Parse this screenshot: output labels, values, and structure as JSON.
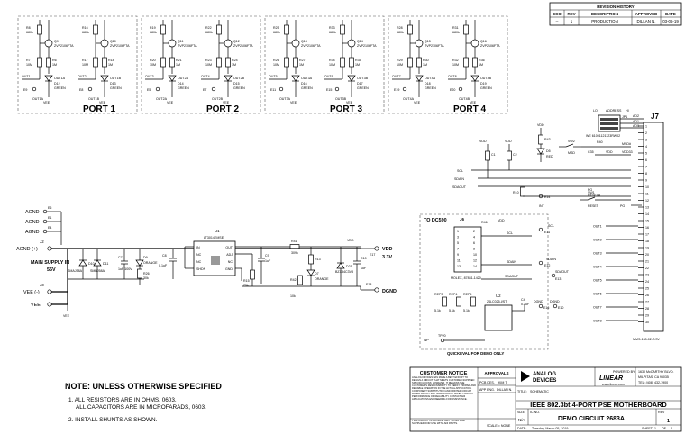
{
  "revision": {
    "title": "REVISION HISTORY",
    "headers": [
      "ECO",
      "REV",
      "DESCRIPTION",
      "APPROVED",
      "DATE"
    ],
    "row": [
      "--",
      "1",
      "PRODUCTION",
      "DILLAN N.",
      "03-06-19"
    ]
  },
  "ports": [
    {
      "label": "PORT 1",
      "res": [
        "R8",
        "R7",
        "R6",
        "R16",
        "R17",
        "R18"
      ],
      "fets": [
        "Q9",
        "Q10"
      ],
      "leds": [
        "D12",
        "D13"
      ],
      "outs": [
        "OUT1A",
        "OUT1B"
      ],
      "terms": [
        "E9",
        "E8"
      ],
      "sig": [
        "OUT1",
        "OUT2"
      ]
    },
    {
      "label": "PORT 2",
      "res": [
        "R19",
        "R20",
        "R21",
        "R22",
        "R23",
        "R24"
      ],
      "fets": [
        "Q11",
        "Q12"
      ],
      "leds": [
        "D14",
        "D15"
      ],
      "outs": [
        "OUT2A",
        "OUT2B"
      ],
      "terms": [
        "E5",
        "E7"
      ],
      "sig": [
        "OUT3",
        "OUT4"
      ]
    },
    {
      "label": "PORT 3",
      "res": [
        "R25",
        "R26",
        "R27",
        "R33",
        "R34",
        "R35"
      ],
      "fets": [
        "Q13",
        "Q14"
      ],
      "leds": [
        "D16",
        "D17"
      ],
      "outs": [
        "OUT3A",
        "OUT3B"
      ],
      "terms": [
        "E11",
        "E15"
      ],
      "sig": [
        "OUT5",
        "OUT6"
      ]
    },
    {
      "label": "PORT 4",
      "res": [
        "R28",
        "R29",
        "R30",
        "R31",
        "R32",
        "R36"
      ],
      "fets": [
        "Q15",
        "Q16"
      ],
      "leds": [
        "D18",
        "D19"
      ],
      "outs": [
        "OUT4A",
        "OUT4B"
      ],
      "terms": [
        "E19",
        "E20"
      ],
      "sig": [
        "OUT7",
        "OUT8"
      ]
    }
  ],
  "port_parts": {
    "fet": "ZVP2106FTA",
    "led": "GREEN",
    "vee": "VEE",
    "r1": "680k",
    "r2": "10M",
    "r3": "1M",
    "pct": "1%"
  },
  "agnd": {
    "labels": [
      "AGND",
      "AGND",
      "AGND"
    ],
    "terms": [
      "E6",
      "E1",
      "E4"
    ]
  },
  "supply": {
    "j2": "J2",
    "j2_label": "AGND (+)",
    "note1": "MAIN SUPPLY IN",
    "note2": "56V",
    "j3": "J3",
    "j3_label": "VEE (-)",
    "vee": "VEE"
  },
  "diodes": {
    "d10": "D10",
    "d10_part": "SMAJ58A",
    "d11": "D11",
    "d11_part": "SMBJ58A",
    "d9": "D9",
    "d9_part": "ORANGE",
    "c7": "C7",
    "c7_val": "1uF 100V",
    "r26": "R26",
    "r26_val": "30k"
  },
  "u1": {
    "ref": "U1",
    "part": "LT3014EMSE",
    "pins_left": [
      "IN",
      "NC",
      "NC",
      "SHDN"
    ],
    "pins_right": [
      "OUT",
      "ADJ",
      "NC",
      "GND"
    ]
  },
  "reg_parts": {
    "c8": "C8",
    "c8_val": "0.1uF",
    "r41": "R41",
    "r41_val": "309k",
    "r13": "R13",
    "c9": "C9",
    "c9_val": "1uF",
    "r15": "R15",
    "r15_val": "75k",
    "r42": "R42",
    "r42_val": "10k",
    "d7": "D7",
    "d7_part": "ORANGE",
    "d21": "D21",
    "d21_part": "BZX84C3V3",
    "c10": "C10",
    "c10_val": "1uF"
  },
  "power_out": {
    "vdd": "VDD",
    "vdd_val": "3.3V",
    "e17": "E17",
    "dgnd": "DGND",
    "e18": "E18"
  },
  "j7": {
    "ref": "J7",
    "part": "MMS-130-02-T-SV",
    "pins": [
      "1",
      "2",
      "3",
      "4",
      "5",
      "6",
      "7",
      "8",
      "9",
      "10",
      "11",
      "12",
      "13",
      "14",
      "15",
      "16",
      "17",
      "18",
      "19",
      "20",
      "21",
      "22",
      "23",
      "24",
      "25",
      "26",
      "27",
      "28",
      "29",
      "30"
    ]
  },
  "j7_signals": {
    "addr_title": "ADDRESS",
    "addr_lo": "LO",
    "addr_hi": "HI",
    "ad2": "AD2",
    "ad1": "AD1",
    "ad0": "AD0",
    "jumper": "JP1",
    "jumper_part": "WE 61001121123RW02",
    "r40": "R40",
    "sw2": "SW2",
    "msd": "MSD",
    "msd_label": "MSD#",
    "c35": "C35",
    "vdd": "VDD",
    "vdd33": "VDD33",
    "scl": "SCL",
    "sdain": "SDAIN",
    "sdaout": "SDAOUT",
    "int": "INT#",
    "sw1": "SW1",
    "reset": "RESET",
    "reset_label": "RESET#",
    "pg": "PG",
    "outs": [
      "OUT1",
      "OUT2",
      "OUT3",
      "OUT4",
      "OUT5",
      "OUT6",
      "OUT7",
      "OUT8"
    ]
  },
  "i2c": {
    "r43": "R43",
    "r38": "R38",
    "r39": "R39",
    "d5": "D5",
    "d5_part": "RED",
    "c1": "C1",
    "c2": "C2",
    "r10": "R10",
    "e14": "E14",
    "int": "INT",
    "vdd": "VDD"
  },
  "dc590": {
    "title": "TO DC590",
    "j6": "J6",
    "r46": "R46",
    "vdd": "VDD",
    "scl": "SCL",
    "sdain": "SDAIN",
    "sdaout": "SDAOUT",
    "note": "MOLEX, 87831-1420",
    "u2": "U2",
    "u2_part": "24LC025-I/ST",
    "reps": [
      "REP3",
      "REP4",
      "REP5"
    ],
    "rep_val": "5.1k",
    "c4": "C4",
    "c4_val": "0.1uF",
    "tp": "TP20",
    "wp": "WP",
    "footer": "QUICKEVAL FOR DEMO ONLY",
    "terms": [
      "E11",
      "E12",
      "E13",
      "E16",
      "E10"
    ],
    "term_labels": [
      "SCL",
      "SDAIN",
      "SDAOUT",
      "DGND",
      "DGND"
    ],
    "pins": [
      "1",
      "2",
      "3",
      "4",
      "5",
      "6",
      "7",
      "8",
      "9",
      "10",
      "11",
      "12",
      "13",
      "14"
    ]
  },
  "notes": {
    "title": "NOTE: UNLESS OTHERWISE SPECIFIED",
    "n1a": "1.  ALL RESISTORS ARE IN OHMS, 0603.",
    "n1b": "ALL CAPACITORS ARE IN MICROFARADS, 0603.",
    "n2": "2.  INSTALL SHUNTS AS SHOWN."
  },
  "title_block": {
    "customer_notice": "CUSTOMER NOTICE",
    "notice_text": "ANALOG DEVICES HAS MADE A BEST EFFORT TO DESIGN A CIRCUIT THAT MEETS CUSTOMER-SUPPLIED SPECIFICATIONS; HOWEVER, IT REMAINS THE CUSTOMER'S RESPONSIBILITY TO VERIFY PROPER AND RELIABLE OPERATION IN THE ACTUAL APPLICATION. COMPONENT SUBSTITUTION AND PRINTED CIRCUIT BOARD LAYOUT MAY SIGNIFICANTLY AFFECT CIRCUIT PERFORMANCE OR RELIABILITY. CONTACT ADI APPLICATIONS ENGINEERING FOR ASSISTANCE.",
    "proprietary": "THIS CIRCUIT IS PROPRIETARY TO ADI AND SUPPLIED FOR USE WITH ADI PARTS.",
    "approvals": "APPROVALS",
    "pcb_des": "PCB DES.",
    "pcb_name": "KIM T.",
    "app_eng": "APP ENG.",
    "app_name": "DILLAN N.",
    "scale": "SCALE = NONE",
    "company1": "ANALOG",
    "company2": "DEVICES",
    "powered_by": "POWERED BY",
    "brand": "LINEAR",
    "url": "www.linear.com",
    "address1": "1630 McCARTHY BLVD.",
    "address2": "MILPITAS, CA 95035",
    "phone": "TEL: (408) 432-1900",
    "title_label": "TITLE:",
    "title_value": "SCHEMATIC",
    "board_title": "IEEE 802.3bt 4-PORT PSE MOTHERBOARD",
    "size_label": "SIZE",
    "size": "N/A",
    "icno_label": "IC NO.",
    "demo": "DEMO CIRCUIT 2683A",
    "rev_label": "REV",
    "rev": "1",
    "date_label": "DATE:",
    "date": "Tuesday, March 05, 2019",
    "sheet_label": "SHEET",
    "sheet": "1",
    "of_label": "OF",
    "of": "2"
  }
}
